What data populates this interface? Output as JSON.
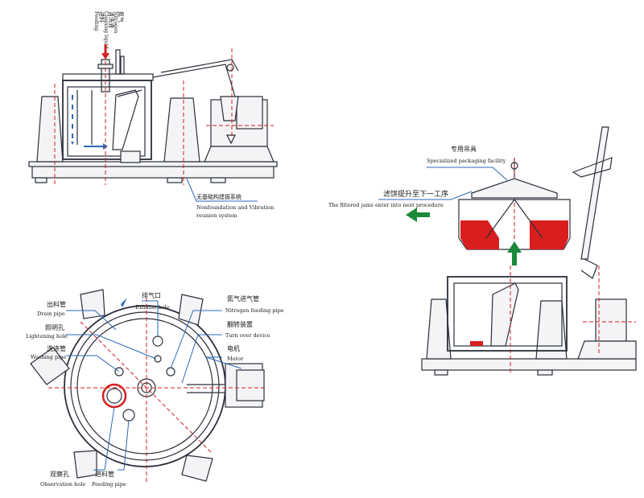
{
  "labels": {
    "top_feed": {
      "cn": [
        "进料",
        "清洗液",
        "氮气"
      ],
      "en": [
        "Feeding",
        "Cleaning liquid",
        "Nitrogen"
      ]
    },
    "nonfound": {
      "cn": "无基础构建振系统",
      "en1": "Nonfoundation and Vibration",
      "en2": "reunion system"
    },
    "packaging": {
      "cn": "专用吊具",
      "en": "Specialized packaging facility"
    },
    "filtered": {
      "cn": "滤饼提升至下一工序",
      "en": "The filtered jams enter into next procedure"
    },
    "drain": {
      "cn": "出料管",
      "en": "Drain pipe"
    },
    "exhaust": {
      "cn": "排气口",
      "en": "Exhaust hole"
    },
    "nitrogen": {
      "cn": "氮气进气管",
      "en": "Nitrogen feeding pipe"
    },
    "lightening": {
      "cn": "照明孔",
      "en": "Lightening hole"
    },
    "turnover": {
      "cn": "翻转装置",
      "en": "Turn over device"
    },
    "washing": {
      "cn": "洗涤管",
      "en": "Washing pipe"
    },
    "motor": {
      "cn": "电机",
      "en": "Motor"
    },
    "observation": {
      "cn": "观察孔",
      "en": "Observation hole"
    },
    "feeding": {
      "cn": "进料管",
      "en": "Feeding pipe"
    }
  },
  "colors": {
    "red": "#d81e1e",
    "green": "#1a8a3a",
    "blue": "#2a6ab8",
    "line": "#2a2f3a"
  }
}
